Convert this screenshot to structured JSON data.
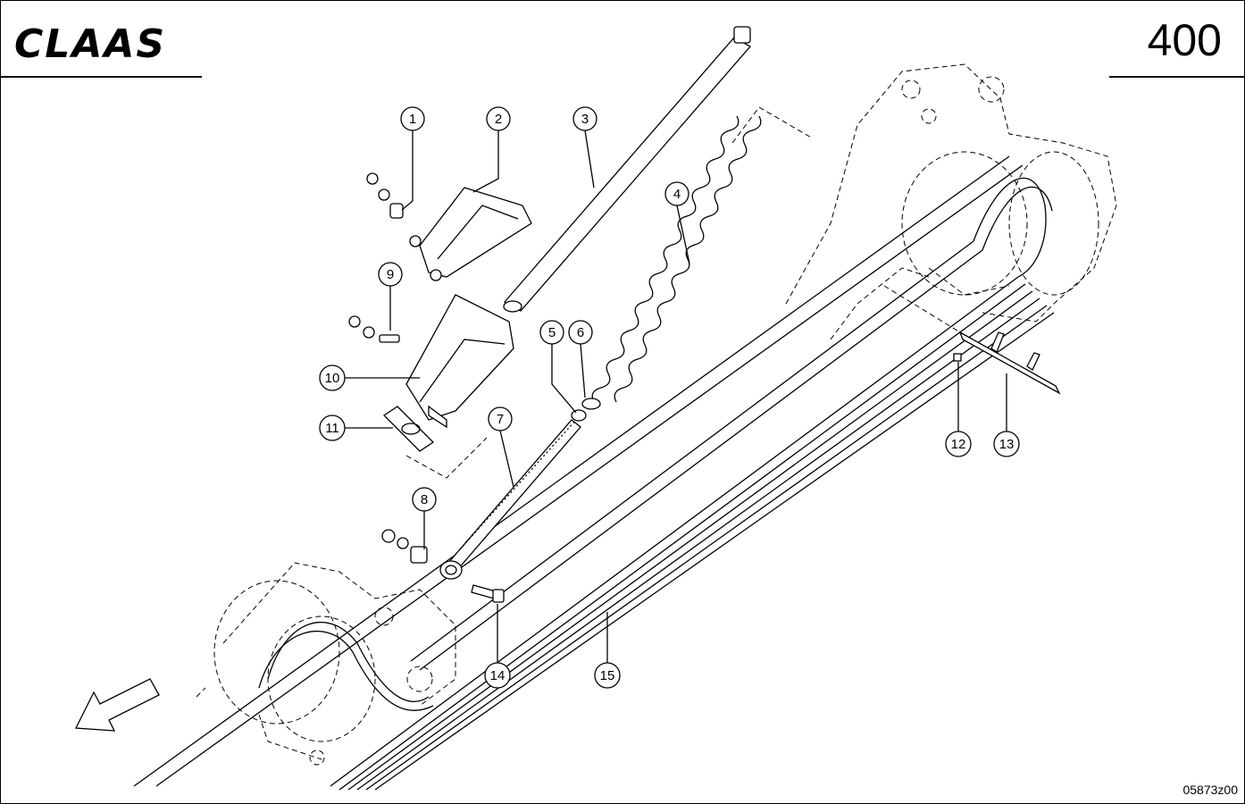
{
  "header": {
    "brand": "CLAAS",
    "page_number": "400"
  },
  "footer": {
    "drawing_number": "05873z00"
  },
  "callouts": [
    {
      "label": "1"
    },
    {
      "label": "2"
    },
    {
      "label": "3"
    },
    {
      "label": "4"
    },
    {
      "label": "5"
    },
    {
      "label": "6"
    },
    {
      "label": "7"
    },
    {
      "label": "8"
    },
    {
      "label": "9"
    },
    {
      "label": "10"
    },
    {
      "label": "11"
    },
    {
      "label": "12"
    },
    {
      "label": "13"
    },
    {
      "label": "14"
    },
    {
      "label": "15"
    }
  ]
}
